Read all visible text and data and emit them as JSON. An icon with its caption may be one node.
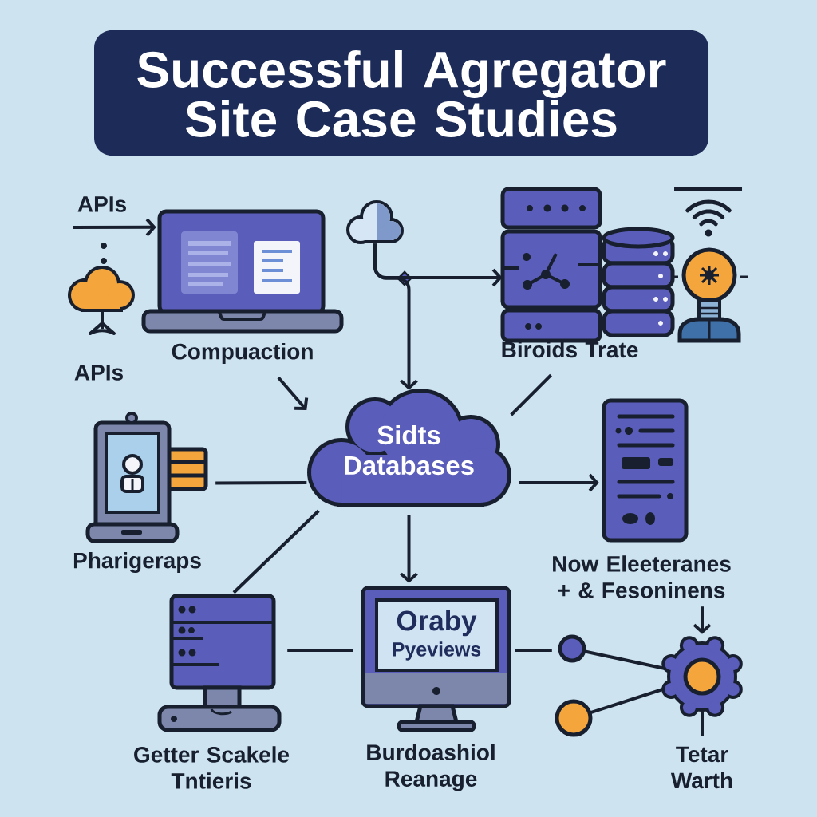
{
  "diagram": {
    "title": "Successful Agregator Site Case Studies",
    "nodes": [
      {
        "text": [
          "APIs"
        ]
      },
      {
        "text": [
          "APIs"
        ]
      },
      {
        "text": [
          "Compuaction"
        ]
      },
      {
        "text": [],
        "shape": "cloud"
      },
      {
        "text": [
          "Biroids Trate"
        ]
      },
      {
        "text": [
          "Sidts Databases"
        ]
      },
      {
        "text": [
          "Pharigeraps"
        ]
      },
      {
        "text": [
          "Now Eleeteranes + & Fesoninens"
        ]
      },
      {
        "text": [
          "Getter Scakele Tntieris"
        ]
      },
      {
        "text": [
          "Oraby",
          "Pyeviews",
          "Burdoashiol Reanage"
        ]
      },
      {
        "text": [
          "Tetar Warth"
        ]
      }
    ],
    "edges": [
      {
        "from": 0,
        "to": 2,
        "arrow": "to"
      },
      {
        "from": 3,
        "to": 4,
        "arrow": "to"
      },
      {
        "from": 3,
        "to": 5,
        "arrow": "to"
      },
      {
        "from": 2,
        "to": 5,
        "arrow": "to"
      },
      {
        "from": 4,
        "to": 5,
        "arrow": "none"
      },
      {
        "from": 6,
        "to": 5,
        "arrow": "none"
      },
      {
        "from": 5,
        "to": 7,
        "arrow": "to"
      },
      {
        "from": 5,
        "to": 8,
        "arrow": "none"
      },
      {
        "from": 5,
        "to": 9,
        "arrow": "to"
      },
      {
        "from": 8,
        "to": 9,
        "arrow": "none"
      },
      {
        "from": 9,
        "to": 10,
        "arrow": "none"
      },
      {
        "from": 7,
        "to": 10,
        "arrow": "to"
      }
    ]
  }
}
